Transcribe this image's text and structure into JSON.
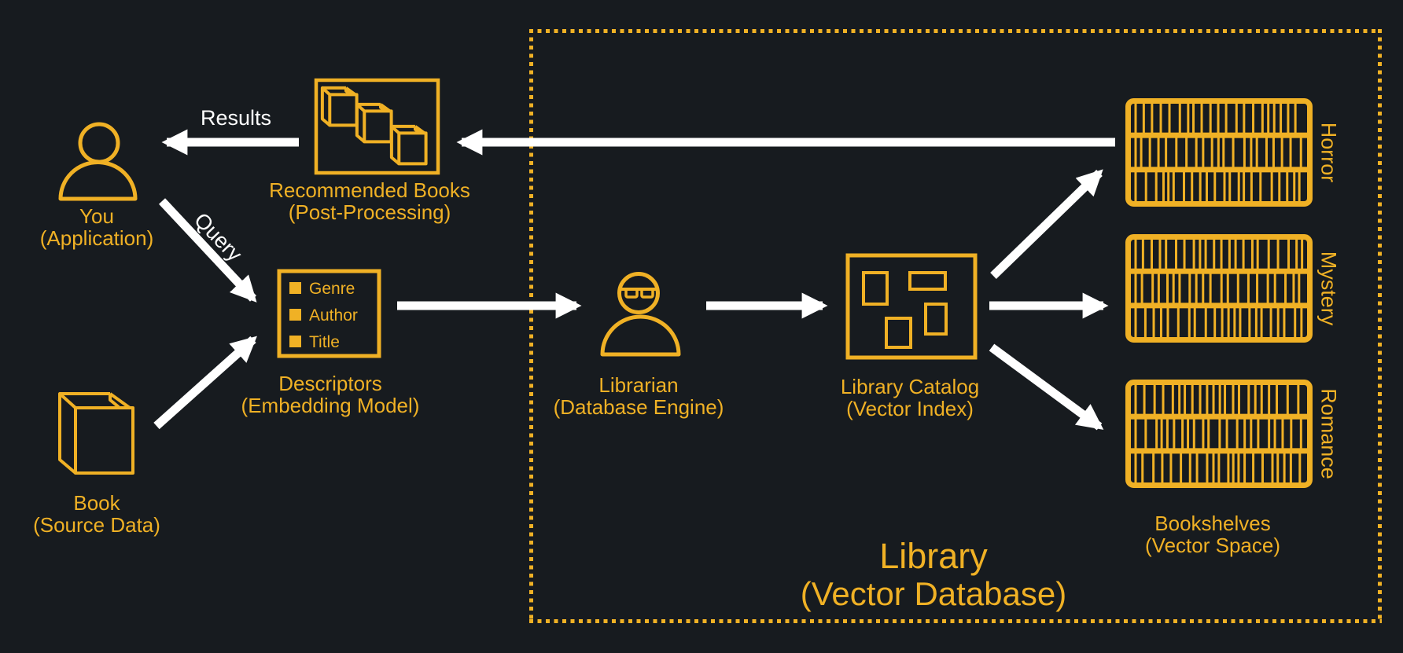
{
  "colors": {
    "background": "#171B1F",
    "accent": "#F0B125",
    "white": "#FFFFFF"
  },
  "diagram": {
    "you": {
      "title": "You",
      "subtitle": "(Application)"
    },
    "recommended_books": {
      "title": "Recommended Books",
      "subtitle": "(Post-Processing)"
    },
    "descriptors": {
      "title": "Descriptors",
      "subtitle": "(Embedding Model)",
      "fields": [
        "Genre",
        "Author",
        "Title"
      ]
    },
    "book": {
      "title": "Book",
      "subtitle": "(Source Data)"
    },
    "librarian": {
      "title": "Librarian",
      "subtitle": "(Database Engine)"
    },
    "library_catalog": {
      "title": "Library Catalog",
      "subtitle": "(Vector Index)"
    },
    "bookshelves": {
      "title": "Bookshelves",
      "subtitle": "(Vector Space)",
      "genres": [
        "Horror",
        "Mystery",
        "Romance"
      ]
    },
    "library": {
      "title": "Library",
      "subtitle": "(Vector Database)"
    },
    "edges": {
      "results_label": "Results",
      "query_label": "Query"
    }
  }
}
